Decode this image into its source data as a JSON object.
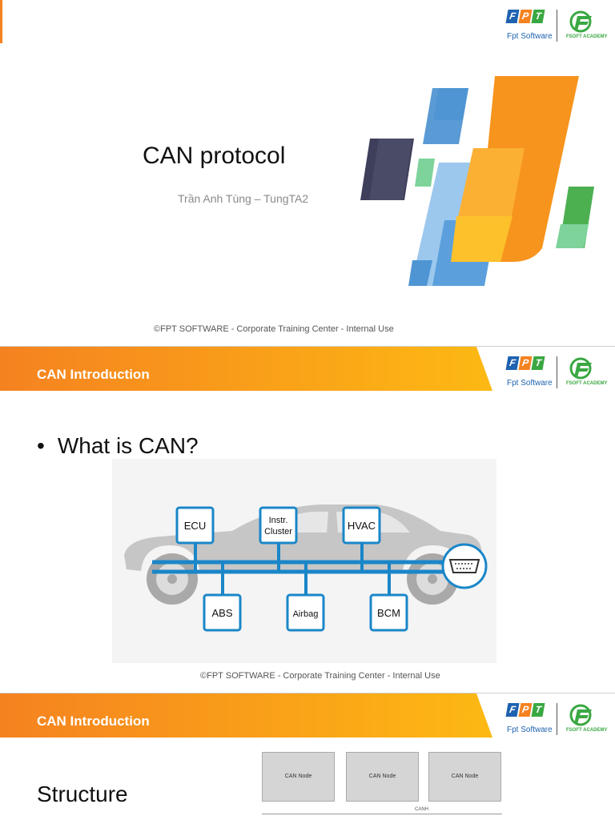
{
  "brand": {
    "fpt_letters": [
      "F",
      "P",
      "T"
    ],
    "fpt_software": "Fpt Software",
    "academy": "FSOFT ACADEMY",
    "colors": {
      "orange": "#f58220",
      "yellow": "#fdb913",
      "blue": "#1e62b0",
      "green": "#3aa842",
      "diagram_blue": "#1a86c8"
    }
  },
  "footer_text": "©FPT SOFTWARE - Corporate Training Center - Internal Use",
  "slides": [
    {
      "title": "CAN protocol",
      "author": "Trần Anh Tùng – TungTA2"
    },
    {
      "header": "CAN Introduction",
      "bullet": "What is CAN?",
      "diagram": {
        "top_nodes": [
          "ECU",
          "Instr. Cluster",
          "HVAC"
        ],
        "top_node_lines": [
          [
            "ECU"
          ],
          [
            "Instr.",
            "Cluster"
          ],
          [
            "HVAC"
          ]
        ],
        "bottom_nodes": [
          "ABS",
          "Airbag",
          "BCM"
        ],
        "connector_icon": "obd-connector-icon"
      }
    },
    {
      "header": "CAN Introduction",
      "heading": "Structure",
      "nodes": [
        "CAN Node",
        "CAN Node",
        "CAN Node"
      ],
      "bus_label": "CANH"
    }
  ]
}
